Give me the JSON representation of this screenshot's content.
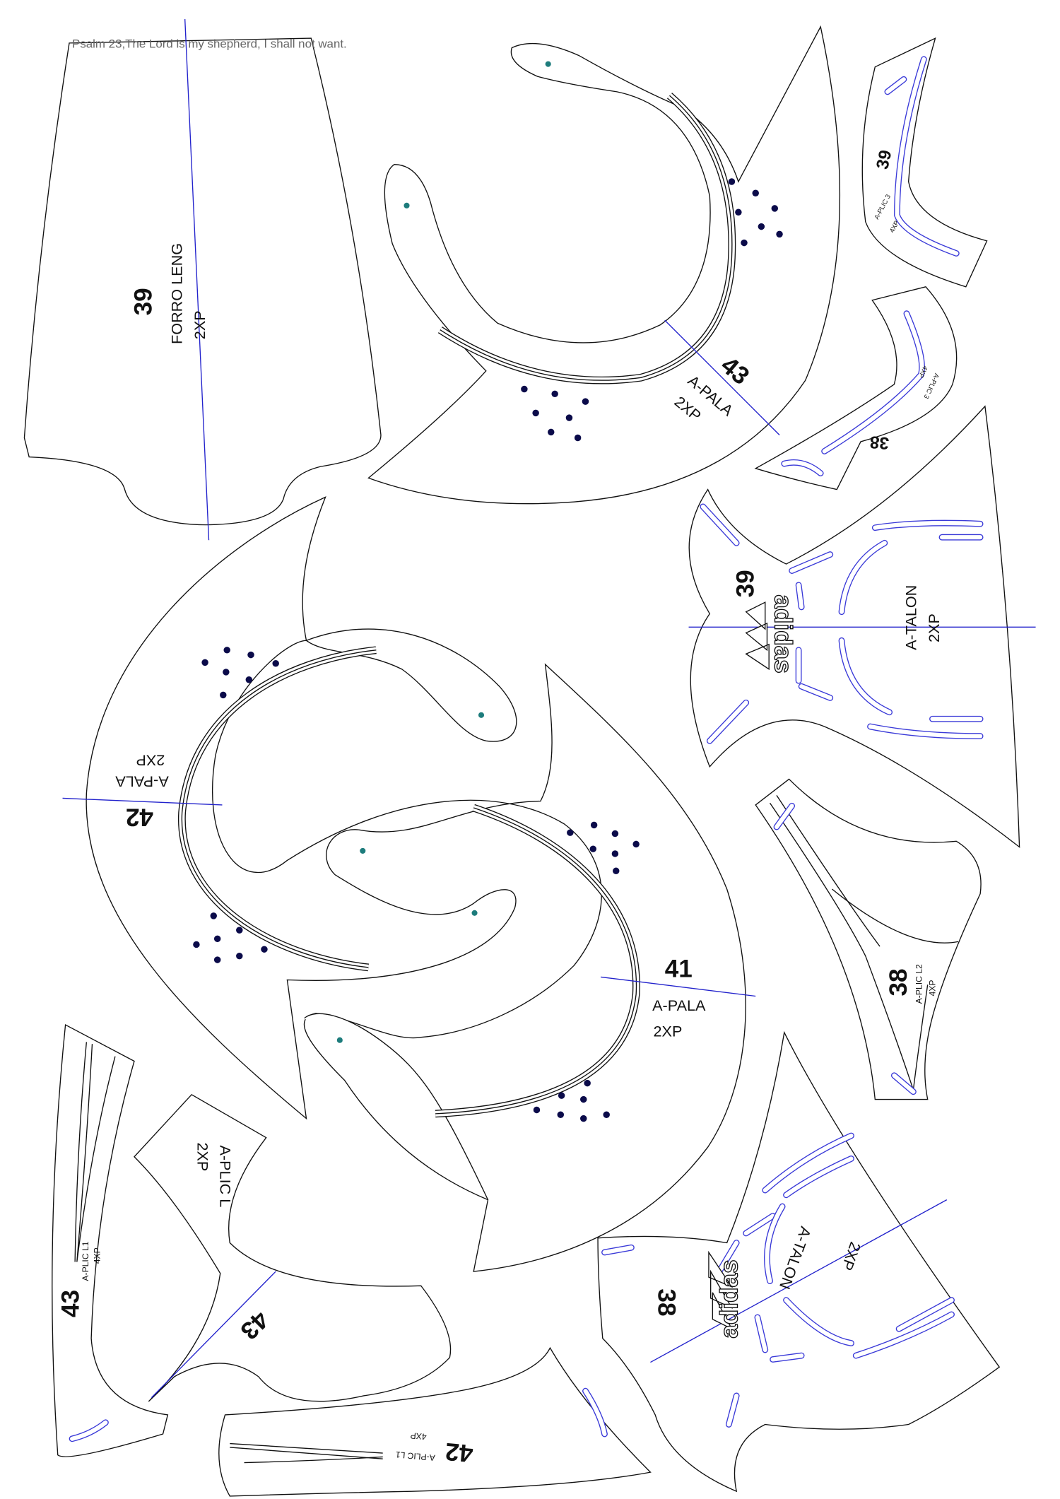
{
  "header": {
    "caption": "Psalm 23,The Lord is my shepherd, I shall not want."
  },
  "pieces": [
    {
      "id": "forro-leng-39",
      "size": "39",
      "name": "FORRO LENG",
      "qty": "2XP"
    },
    {
      "id": "a-pala-43",
      "size": "43",
      "name": "A-PALA",
      "qty": "2XP"
    },
    {
      "id": "a-plic3-39",
      "size": "39",
      "name": "A-PLIC 3",
      "qty": "4XP"
    },
    {
      "id": "a-plic3-38",
      "size": "38",
      "name": "A-PLIC 3",
      "qty": "4XP"
    },
    {
      "id": "a-talon-39",
      "size": "39",
      "name": "A-TALON",
      "qty": "2XP",
      "logo": "adidas"
    },
    {
      "id": "a-pala-42",
      "size": "42",
      "name": "A-PALA",
      "qty": "2XP"
    },
    {
      "id": "a-pala-41",
      "size": "41",
      "name": "A-PALA",
      "qty": "2XP"
    },
    {
      "id": "a-plicl2-38",
      "size": "38",
      "name": "A-PLIC L2",
      "qty": "4XP"
    },
    {
      "id": "a-plicl1-43",
      "size": "43",
      "name": "A-PLIC L1",
      "qty": "4XP"
    },
    {
      "id": "a-plicl-43",
      "size": "43",
      "name": "A-PLIC L",
      "qty": "2XP"
    },
    {
      "id": "a-plicl1-42",
      "size": "42",
      "name": "A-PLIC L1",
      "qty": "4XP"
    },
    {
      "id": "a-talon-38",
      "size": "38",
      "name": "A-TALON",
      "qty": "2XP",
      "logo": "adidas"
    }
  ],
  "colors": {
    "outline": "#111111",
    "grainline": "#2222cc",
    "slot": "#3a3ad8",
    "punch": "#0b0b4a",
    "marker": "#1d7c7c"
  }
}
